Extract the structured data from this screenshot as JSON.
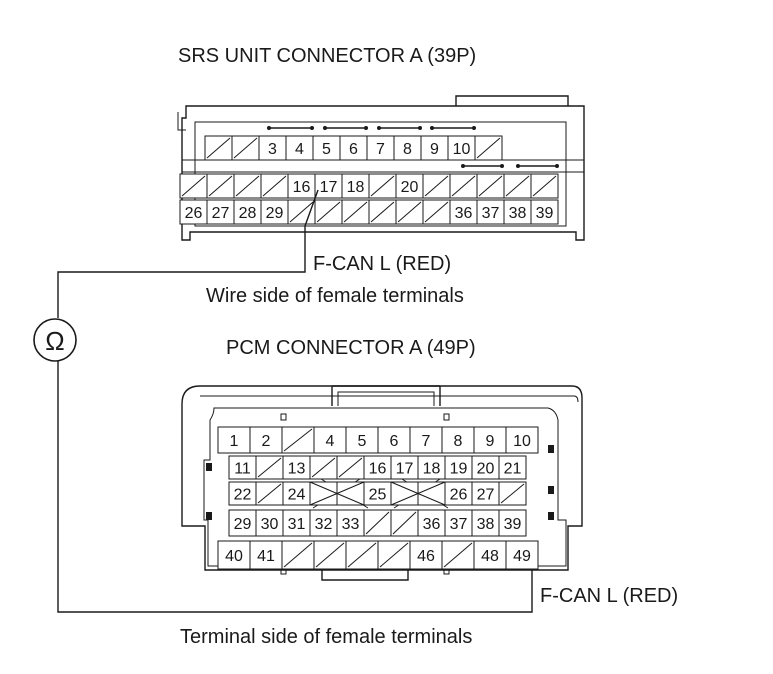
{
  "srs": {
    "title": "SRS UNIT CONNECTOR A (39P)",
    "probe_label": "F-CAN L (RED)",
    "view_caption": "Wire side of female terminals",
    "row1": [
      "",
      "",
      "3",
      "4",
      "5",
      "6",
      "7",
      "8",
      "9",
      "10",
      ""
    ],
    "row2": [
      "",
      "",
      "",
      "",
      "16",
      "17",
      "18",
      "",
      "20",
      "",
      "",
      "",
      "",
      ""
    ],
    "row3": [
      "26",
      "27",
      "28",
      "29",
      "",
      "",
      "",
      "",
      "",
      "",
      "36",
      "37",
      "38",
      "39"
    ]
  },
  "pcm": {
    "title": "PCM CONNECTOR A (49P)",
    "probe_label": "F-CAN L (RED)",
    "view_caption": "Terminal side of female terminals",
    "row1": [
      "1",
      "2",
      "",
      "4",
      "5",
      "6",
      "7",
      "8",
      "9",
      "10"
    ],
    "row2": [
      "11",
      "",
      "13",
      "",
      "",
      "16",
      "17",
      "18",
      "19",
      "20",
      "21"
    ],
    "row3": [
      "22",
      "",
      "24",
      "",
      "",
      "25",
      "",
      "",
      "26",
      "27",
      ""
    ],
    "row4": [
      "29",
      "30",
      "31",
      "32",
      "33",
      "",
      "",
      "36",
      "37",
      "38",
      "39"
    ],
    "row5": [
      "40",
      "41",
      "",
      "",
      "",
      "",
      "46",
      "",
      "48",
      "49"
    ]
  },
  "meter": {
    "symbol": "Ω",
    "icon": "ohmmeter-icon"
  }
}
